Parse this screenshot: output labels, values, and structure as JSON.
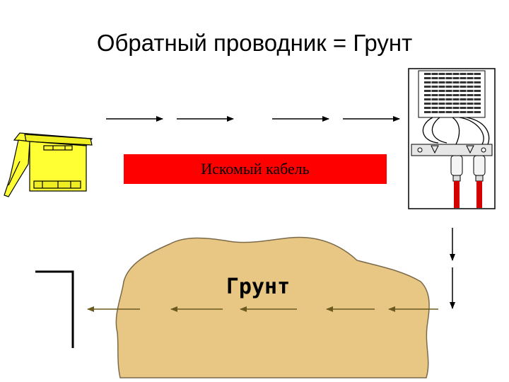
{
  "slide": {
    "title": "Обратный проводник = Грунт",
    "cable_label": "Искомый кабель",
    "ground_label": "Грунт"
  },
  "colors": {
    "cable": "#ff0000",
    "ground": "#e8c784",
    "ground_outline": "#7a6a4a",
    "device": "#ffff33",
    "connector_cable": "#d40000",
    "arrow_ground": "#6b5a1e"
  },
  "icons": [
    "locator-device-icon",
    "terminal-panel-icon"
  ]
}
